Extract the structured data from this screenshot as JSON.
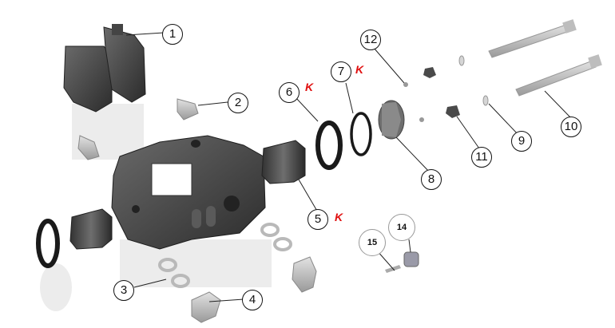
{
  "callouts": [
    {
      "id": "1",
      "label": "1"
    },
    {
      "id": "2",
      "label": "2"
    },
    {
      "id": "3",
      "label": "3"
    },
    {
      "id": "4",
      "label": "4"
    },
    {
      "id": "5",
      "label": "5"
    },
    {
      "id": "6",
      "label": "6"
    },
    {
      "id": "7",
      "label": "7"
    },
    {
      "id": "8",
      "label": "8"
    },
    {
      "id": "9",
      "label": "9"
    },
    {
      "id": "10",
      "label": "10"
    },
    {
      "id": "11",
      "label": "11"
    },
    {
      "id": "12",
      "label": "12"
    },
    {
      "id": "14",
      "label": "14"
    },
    {
      "id": "15",
      "label": "15"
    }
  ],
  "k_marks": {
    "k6": "K",
    "k7": "K",
    "k5": "K"
  },
  "colors": {
    "part_dark": "#3c3c3c",
    "part_mid": "#565656",
    "metal": "#b8b8b8",
    "seal": "#1a1a1a",
    "accent_k": "#e01010"
  }
}
